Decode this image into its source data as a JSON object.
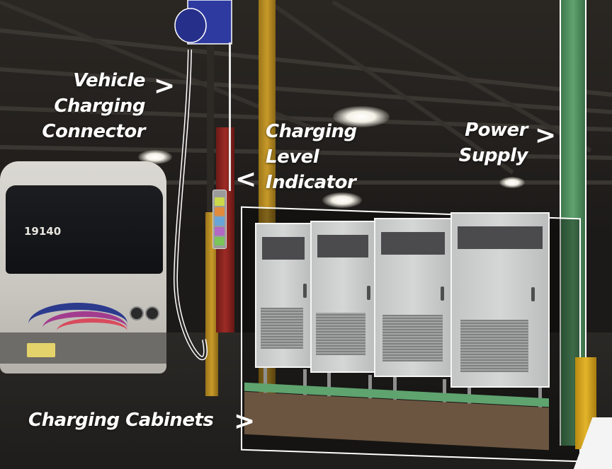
{
  "labels": {
    "vehicle_connector": [
      "Vehicle",
      "Charging",
      "Connector"
    ],
    "charging_level": [
      "Charging",
      "Level",
      "Indicator"
    ],
    "power_supply": [
      "Power",
      "Supply"
    ],
    "charging_cabinets": "Charging Cabinets"
  },
  "arrows": {
    "right": ">",
    "left": "<"
  },
  "bus": {
    "number": "19140"
  },
  "colors": {
    "label_text": "#ffffff",
    "outline": "#ffffff",
    "power_pole": "#5fa36f",
    "yellow_pole": "#c89a2a",
    "red_pole": "#9d2b26",
    "charger_head": "#2e3aa0"
  },
  "indicator_levels": [
    "#cbd84a",
    "#e28b3c",
    "#6aa5d8",
    "#b269c3",
    "#7ac45a"
  ]
}
